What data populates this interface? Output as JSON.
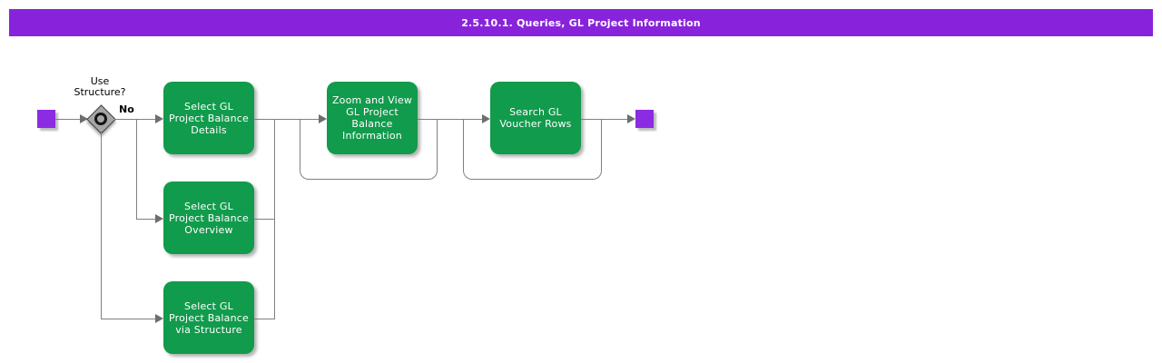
{
  "title_bar": {
    "text": "2.5.10.1. Queries, GL Project Information"
  },
  "diagram": {
    "decision": {
      "question": "Use\nStructure?",
      "branch_label": "No"
    },
    "activities": [
      {
        "label": "Select GL\nProject Balance\nDetails"
      },
      {
        "label": "Select GL\nProject Balance\nOverview"
      },
      {
        "label": "Select GL\nProject Balance\nvia Structure"
      },
      {
        "label": "Zoom and View\nGL Project\nBalance\nInformation"
      },
      {
        "label": "Search GL\nVoucher Rows"
      }
    ]
  },
  "colors": {
    "title_bar_purple": "#8823DB",
    "terminal_node_purple": "#8B2BE2",
    "activity_green": "#119B4C",
    "connector_gray": "#808080"
  }
}
